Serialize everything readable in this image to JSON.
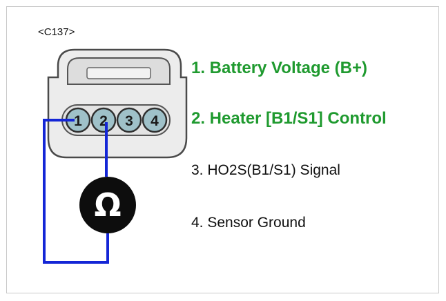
{
  "connector": {
    "id": "<C137>",
    "pins": [
      "1",
      "2",
      "3",
      "4"
    ]
  },
  "meter": {
    "symbol": "Ω"
  },
  "pin_labels": [
    {
      "text": "1. Battery Voltage (B+)",
      "color": "#1f9a2f",
      "emphasis": true
    },
    {
      "text": "2. Heater [B1/S1] Control",
      "color": "#1f9a2f",
      "emphasis": true
    },
    {
      "text": "3. HO2S(B1/S1) Signal",
      "color": "#111111",
      "emphasis": false
    },
    {
      "text": "4. Sensor Ground",
      "color": "#111111",
      "emphasis": false
    }
  ],
  "colors": {
    "wire": "#1426d6",
    "highlight_text": "#1f9a2f",
    "connector_body": "#d9d9d9",
    "pin_fill": "#9fc1c9"
  }
}
